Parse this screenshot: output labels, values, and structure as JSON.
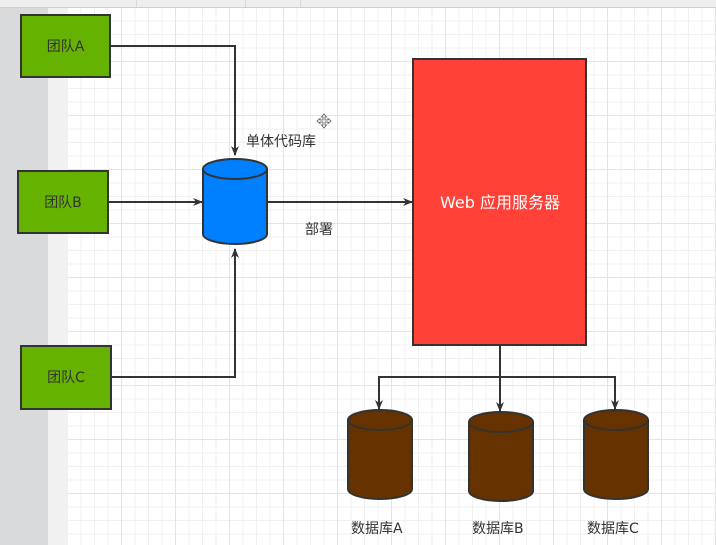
{
  "diagram": {
    "title": "Monolithic architecture",
    "teams": [
      {
        "id": "team-a",
        "label": "团队A"
      },
      {
        "id": "team-b",
        "label": "团队B"
      },
      {
        "id": "team-c",
        "label": "团队C"
      }
    ],
    "repository": {
      "label": "单体代码库",
      "color": "#007fff"
    },
    "deploy_label": "部署",
    "server": {
      "label": "Web 应用服务器",
      "color": "#ff4138"
    },
    "databases": [
      {
        "id": "db-a",
        "label": "数据库A"
      },
      {
        "id": "db-b",
        "label": "数据库B"
      },
      {
        "id": "db-c",
        "label": "数据库C"
      }
    ],
    "colors": {
      "team_fill": "#66b200",
      "db_fill": "#663300",
      "stroke": "#333333"
    },
    "edges": [
      {
        "from": "team-a",
        "to": "repository"
      },
      {
        "from": "team-b",
        "to": "repository"
      },
      {
        "from": "team-c",
        "to": "repository"
      },
      {
        "from": "repository",
        "to": "server",
        "label": "部署"
      },
      {
        "from": "server",
        "to": "db-a"
      },
      {
        "from": "server",
        "to": "db-b"
      },
      {
        "from": "server",
        "to": "db-c"
      }
    ]
  }
}
